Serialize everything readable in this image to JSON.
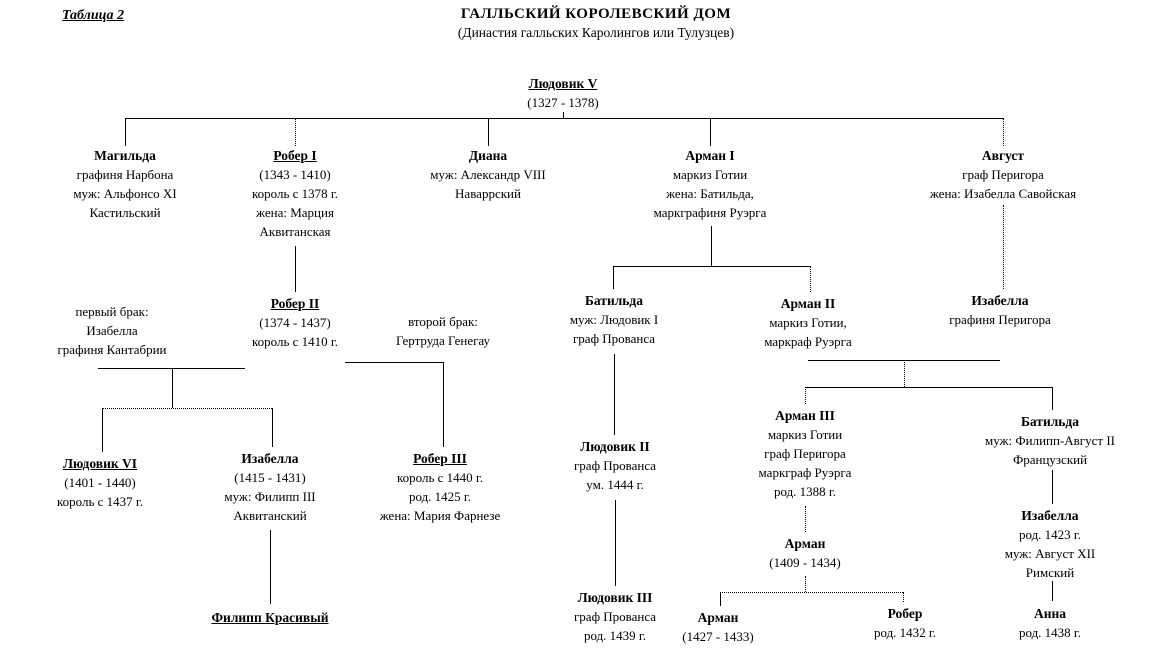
{
  "header": {
    "table_label": "Таблица 2",
    "title": "ГАЛЛЬСКИЙ КОРОЛЕВСКИЙ ДОМ",
    "subtitle": "(Династия галльских Каролингов или Тулузцев)"
  },
  "persons": {
    "ludovik5": {
      "name": "Людовик V",
      "lines": [
        "(1327 - 1378)"
      ]
    },
    "magilda": {
      "name": "Магильда",
      "lines": [
        "графиня Нарбона",
        "муж: Альфонсо XI",
        "Кастильский"
      ]
    },
    "rober1": {
      "name": "Робер I",
      "lines": [
        "(1343 - 1410)",
        "король с 1378 г.",
        "жена: Марция",
        "Аквитанская"
      ]
    },
    "diana": {
      "name": "Диана",
      "lines": [
        "муж: Александр VIII",
        "Наваррский"
      ]
    },
    "arman1": {
      "name": "Арман I",
      "lines": [
        "маркиз Готии",
        "жена: Батильда,",
        "маркграфиня Руэрга"
      ]
    },
    "avgust": {
      "name": "Август",
      "lines": [
        "граф Перигора",
        "жена: Изабелла Савойская"
      ]
    },
    "rober2": {
      "name": "Робер II",
      "lines": [
        "(1374 - 1437)",
        "король с 1410 г."
      ]
    },
    "batilda1": {
      "name": "Батильда",
      "lines": [
        "муж: Людовик I",
        "граф Прованса"
      ]
    },
    "arman2": {
      "name": "Арман II",
      "lines": [
        "маркиз Готии,",
        "маркраф Руэрга"
      ]
    },
    "izabella_perigor": {
      "name": "Изабелла",
      "lines": [
        "графиня Перигора"
      ]
    },
    "ludovik6": {
      "name": "Людовик VI",
      "lines": [
        "(1401 - 1440)",
        "король с 1437 г."
      ]
    },
    "izabella1415": {
      "name": "Изабелла",
      "lines": [
        "(1415 - 1431)",
        "муж: Филипп III",
        "Аквитанский"
      ]
    },
    "rober3": {
      "name": "Робер III",
      "lines": [
        "король с 1440 г.",
        "род. 1425 г.",
        "жена: Мария Фарнезе"
      ]
    },
    "ludovik2": {
      "name": "Людовик II",
      "lines": [
        "граф Прованса",
        "ум. 1444 г."
      ]
    },
    "arman3": {
      "name": "Арман III",
      "lines": [
        "маркиз Готии",
        "граф Перигора",
        "маркграф Руэрга",
        "род. 1388 г."
      ]
    },
    "batilda2": {
      "name": "Батильда",
      "lines": [
        "муж: Филипп-Август II",
        "Французский"
      ]
    },
    "izabella1423": {
      "name": "Изабелла",
      "lines": [
        "род. 1423 г.",
        "муж: Август XII",
        "Римский"
      ]
    },
    "filipp": {
      "name": "Филипп Красивый",
      "lines": []
    },
    "ludovik3": {
      "name": "Людовик III",
      "lines": [
        "граф Прованса",
        "род. 1439 г."
      ]
    },
    "arman1409": {
      "name": "Арман",
      "lines": [
        "(1409 - 1434)"
      ]
    },
    "arman1427": {
      "name": "Арман",
      "lines": [
        "(1427 - 1433)"
      ]
    },
    "rober1432": {
      "name": "Робер",
      "lines": [
        "род. 1432 г."
      ]
    },
    "anna": {
      "name": "Анна",
      "lines": [
        "род. 1438 г."
      ]
    }
  },
  "notes": {
    "first": {
      "lines": [
        "первый брак:",
        "Изабелла",
        "графиня Кантабрии"
      ]
    },
    "second": {
      "lines": [
        "второй брак:",
        "Гертруда Генегау"
      ]
    }
  }
}
